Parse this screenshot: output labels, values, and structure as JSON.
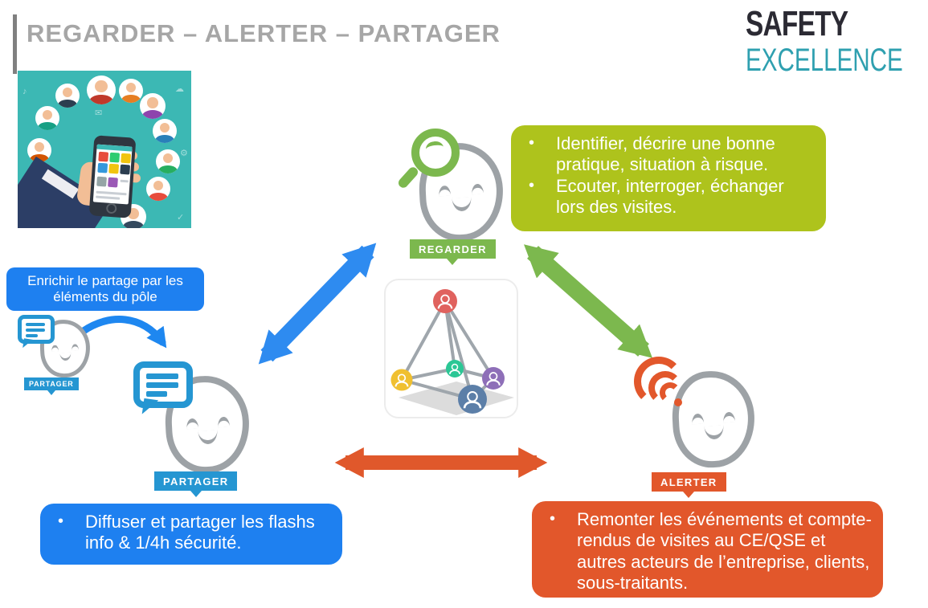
{
  "header": {
    "title": "REGARDER – ALERTER – PARTAGER",
    "title_color": "#A6A6A6",
    "logo": {
      "word1": "SAFETY",
      "word1_color": "#2B2A33",
      "word2": "EXCELLENCE",
      "word2_color": "#2FA0B0"
    }
  },
  "illustration": {
    "name": "social-network-smartphone",
    "background": "#3CB8B4",
    "scatter_icons": [
      "♪",
      "✉",
      "✓",
      "☁",
      "⚙",
      "♡"
    ]
  },
  "actors": {
    "regarder": {
      "label": "REGARDER",
      "tag_color": "#7CB84E",
      "icon": "magnifier-icon"
    },
    "partager": {
      "label": "PARTAGER",
      "tag_color": "#2596D2",
      "icon": "speech-bubble-icon"
    },
    "partager_small": {
      "label": "PARTAGER",
      "tag_color": "#2596D2",
      "icon": "speech-bubble-icon"
    },
    "alerter": {
      "label": "ALERTER",
      "tag_color": "#E2572B",
      "icon": "alert-waves-icon"
    }
  },
  "callouts": {
    "enrichir": {
      "color": "#1E80F0",
      "text": "Enrichir le partage par les éléments du pôle"
    },
    "regarder": {
      "color": "#AEC31C",
      "bullets": [
        "Identifier, décrire une bonne pratique, situation à risque.",
        "Ecouter, interroger, échanger lors des visites."
      ]
    },
    "partager": {
      "color": "#1E80F0",
      "bullets": [
        "Diffuser et partager les flashs info & 1/4h sécurité."
      ]
    },
    "alerter": {
      "color": "#E2572B",
      "bullets": [
        "Remonter les événements et compte-rendus de visites au CE/QSE et autres acteurs de l’entreprise, clients, sous-traitants."
      ]
    }
  },
  "arrows": {
    "partager_regarder": {
      "color": "#2E8BF0",
      "type": "double"
    },
    "regarder_alerter": {
      "color": "#7CB84E",
      "type": "double"
    },
    "partager_alerter": {
      "color": "#E0582B",
      "type": "double"
    },
    "enrichir_curve": {
      "color": "#1E87F0",
      "type": "curved-single"
    }
  },
  "pyramid": {
    "name": "team-pyramid",
    "node_colors": [
      "#E0625E",
      "#F0C030",
      "#2BC795",
      "#8E6FB8",
      "#5C7FA8"
    ]
  }
}
